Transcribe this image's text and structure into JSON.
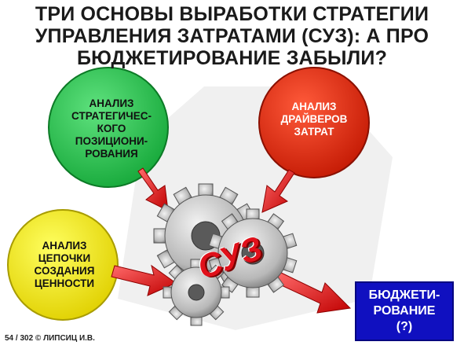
{
  "title": {
    "line1": "ТРИ ОСНОВЫ ВЫРАБОТКИ СТРАТЕГИИ",
    "line2": "УПРАВЛЕНИЯ ЗАТРАТАМИ (СУЗ): А ПРО",
    "line3": "БЮДЖЕТИРОВАНИЕ ЗАБЫЛИ?"
  },
  "circles": {
    "strategic": {
      "lines": [
        "АНАЛИЗ",
        "СТРАТЕГИЧЕС-",
        "КОГО",
        "ПОЗИЦИОНИ-",
        "РОВАНИЯ"
      ],
      "color": "#22c24a"
    },
    "drivers": {
      "lines": [
        "АНАЛИЗ",
        "ДРАЙВЕРОВ",
        "ЗАТРАТ"
      ],
      "color": "#e0220a"
    },
    "chain": {
      "lines": [
        "АНАЛИЗ",
        "ЦЕПОЧКИ",
        "СОЗДАНИЯ",
        "ЦЕННОСТИ"
      ],
      "color": "#f2e600"
    }
  },
  "center": {
    "label": "СУЗ"
  },
  "budget": {
    "lines": [
      "БЮДЖЕТИ-",
      "РОВАНИЕ",
      "(?)"
    ],
    "color": "#1010c0"
  },
  "footer": {
    "text": "54 / 302 © ЛИПСИЦ И.В."
  },
  "colors": {
    "arrow": "#e01010",
    "gear_light": "#d6d6d6",
    "gear_dark": "#7a7a7a"
  }
}
